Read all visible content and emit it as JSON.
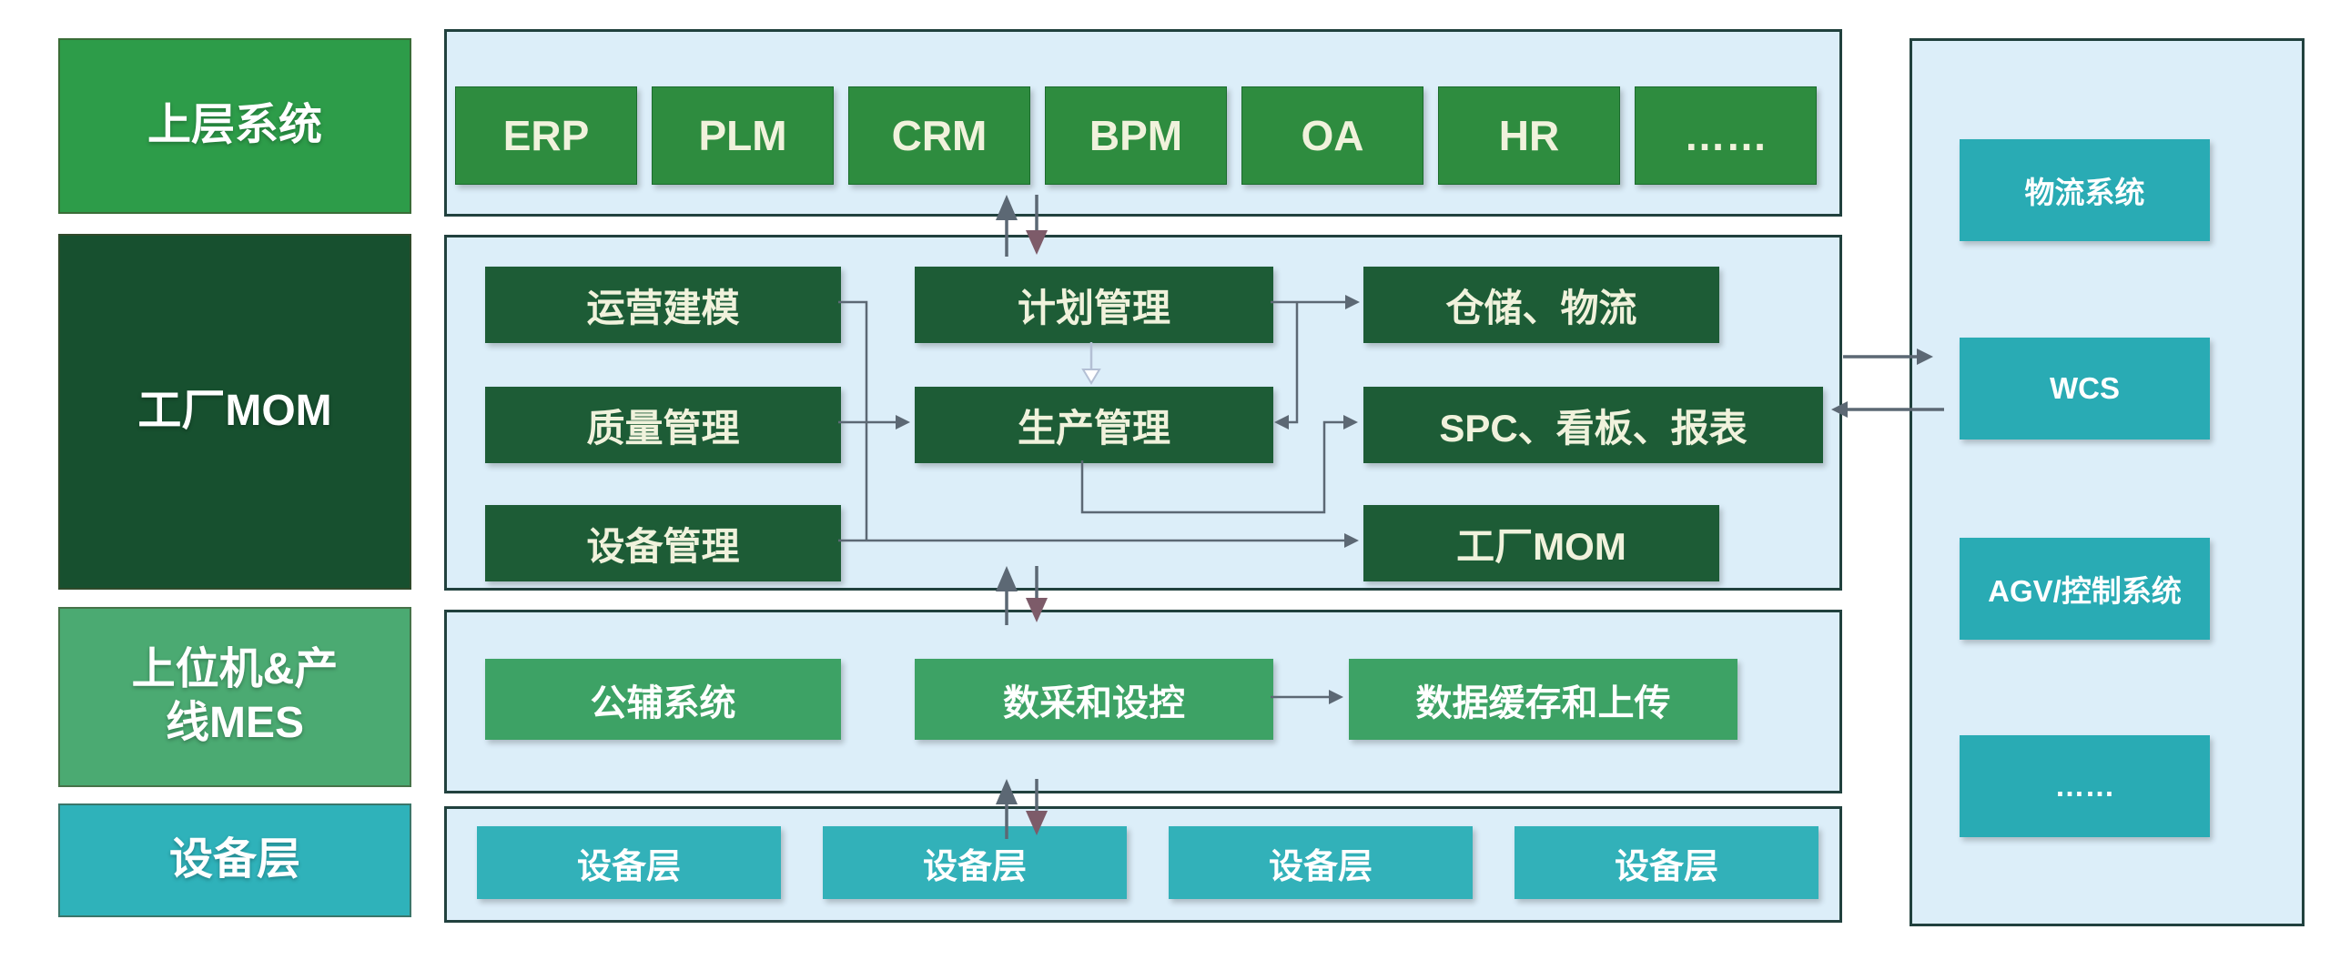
{
  "palette": {
    "container-bg": "#dceef9",
    "container-border": "#21413e",
    "green-bright": "#2d9c49",
    "green-darkest": "#17502f",
    "green-medium": "#4baa72",
    "green-top-row": "#2e8c3f",
    "green-box": "#1d5c36",
    "green-mes": "#3da265",
    "teal-left": "#2fb2ba",
    "teal-device": "#32b1b9",
    "teal-right": "#29abb4",
    "text-cream": "#f0f2dc",
    "text-white": "#ffffff",
    "connector-gray": "#5c6874",
    "connector-light": "#b3bfd4",
    "arrow-down": "#7d5b69"
  },
  "left_column": {
    "items": [
      {
        "label": "上层系统"
      },
      {
        "label": "工厂MOM"
      },
      {
        "label": "上位机&产\n线MES"
      },
      {
        "label": "设备层"
      }
    ]
  },
  "top_row": {
    "boxes": [
      "ERP",
      "PLM",
      "CRM",
      "BPM",
      "OA",
      "HR",
      "……"
    ]
  },
  "mom_section": {
    "boxes": {
      "op_model": "运营建模",
      "quality": "质量管理",
      "equipment": "设备管理",
      "plan": "计划管理",
      "production": "生产管理",
      "warehouse": "仓储、物流",
      "spc": "SPC、看板、报表",
      "factory_mom": "工厂MOM"
    }
  },
  "mes_section": {
    "boxes": {
      "auxiliary": "公辅系统",
      "data_acq": "数采和设控",
      "data_cache": "数据缓存和上传"
    }
  },
  "device_row": {
    "boxes": [
      "设备层",
      "设备层",
      "设备层",
      "设备层"
    ]
  },
  "right_column": {
    "boxes": [
      "物流系统",
      "WCS",
      "AGV/控制系统",
      "……"
    ]
  }
}
